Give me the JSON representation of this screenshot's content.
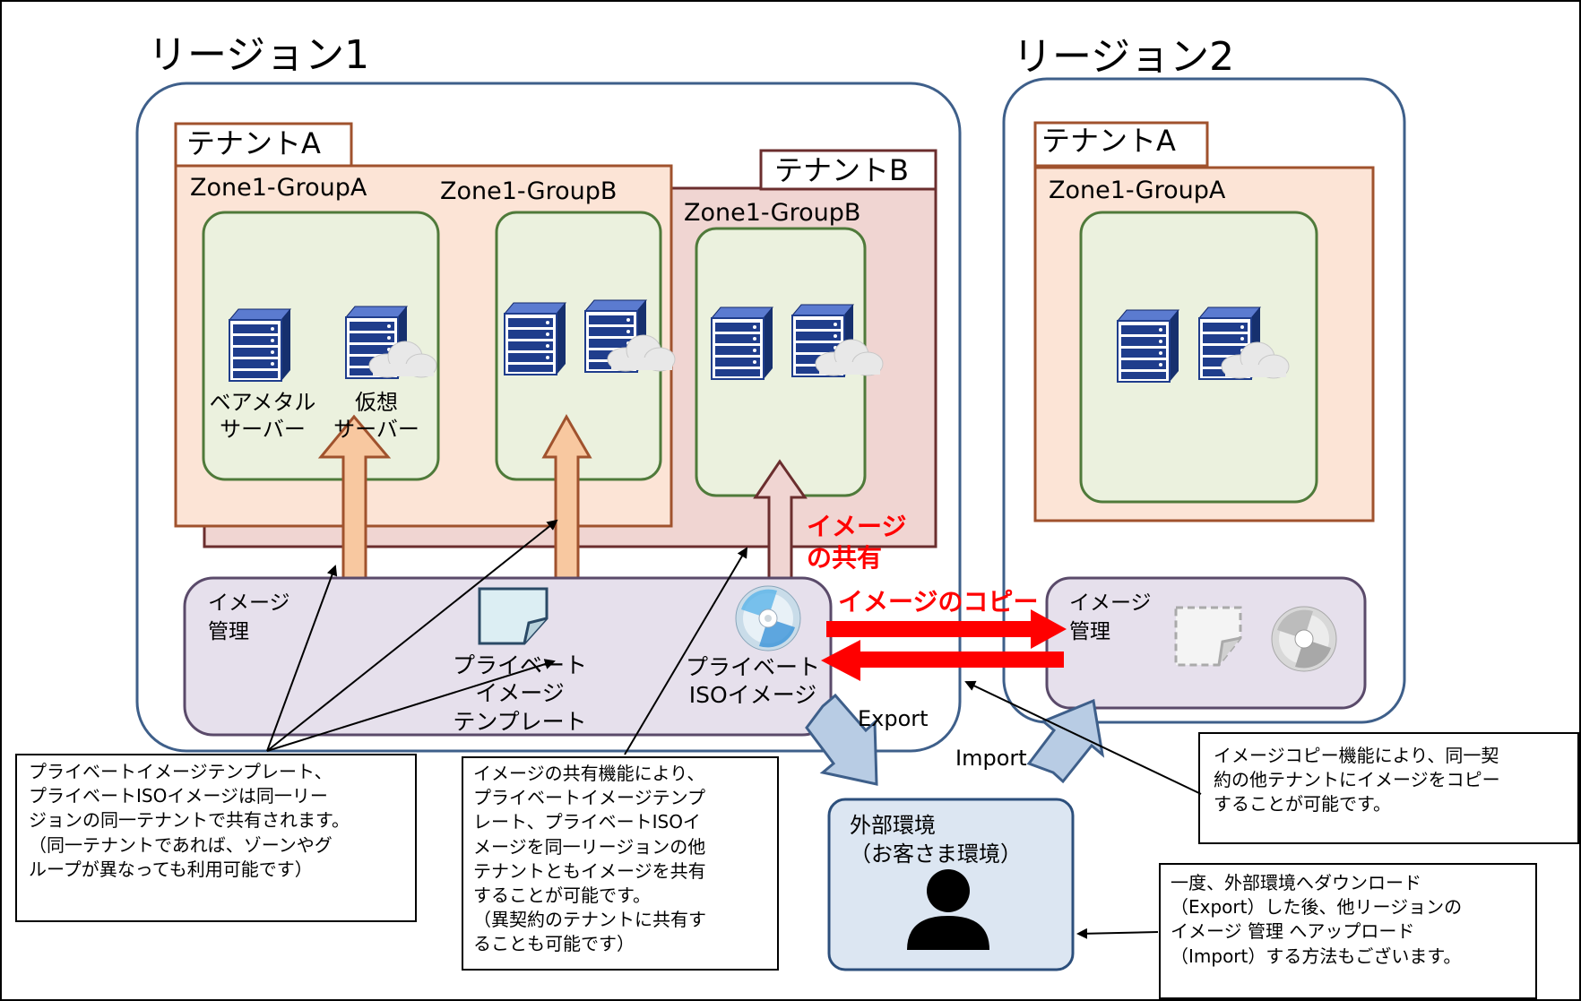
{
  "regions": [
    {
      "title": "リージョン1"
    },
    {
      "title": "リージョン2"
    }
  ],
  "tenants": {
    "r1_tenant_a": "テナントA",
    "r1_tenant_b": "テナントB",
    "r2_tenant_a": "テナントA"
  },
  "zones": {
    "r1_group_a": "Zone1-GroupA",
    "r1_group_b": "Zone1-GroupB",
    "r1_tenant_b_group_b": "Zone1-GroupB",
    "r2_group_a": "Zone1-GroupA"
  },
  "servers": {
    "baremetal_line1": "ベアメタル",
    "baremetal_line2": "サーバー",
    "virtual_line1": "仮想",
    "virtual_line2": "サーバー"
  },
  "image_management": {
    "r1_line1": "イメージ",
    "r1_line2": "管理",
    "r2_line1": "イメージ",
    "r2_line2": "管理",
    "template_line1": "プライベート",
    "template_line2": "イメージ",
    "template_line3": "テンプレート",
    "iso_line1": "プライベート",
    "iso_line2": "ISOイメージ"
  },
  "labels": {
    "share_line1": "イメージ",
    "share_line2": "の共有",
    "copy": "イメージのコピー",
    "export": "Export",
    "import": "Import"
  },
  "external": {
    "title_line1": "外部環境",
    "title_line2": "（お客さま環境）"
  },
  "notes": {
    "note1": [
      "プライベートイメージテンプレート、",
      "プライベートISOイメージは同一リー",
      "ジョンの同一テナントで共有されます。",
      "（同一テナントであれば、ゾーンやグ",
      "ループが異なっても利用可能です）"
    ],
    "note2": [
      "イメージの共有機能により、",
      "プライベートイメージテンプ",
      "レート、プライベートISOイ",
      "メージを同一リージョンの他",
      "テナントともイメージを共有",
      "することが可能です。",
      "（異契約のテナントに共有す",
      "ることも可能です）"
    ],
    "note3": [
      "イメージコピー機能により、同一契",
      "約の他テナントにイメージをコピー",
      "することが可能です。"
    ],
    "note4": [
      "一度、外部環境へダウンロード",
      "（Export）した後、他リージョンの",
      "イメージ 管理 へアップロード",
      "（Import）する方法もございます。"
    ]
  },
  "colors": {
    "region_border": "#3e5f8a",
    "tenant_a_border": "#a0522d",
    "tenant_a_fill": "#fce4d6",
    "tenant_b_border": "#6b2e2e",
    "tenant_b_fill": "#f0d5d2",
    "group_border": "#4f7a3a",
    "group_fill": "#ebf1de",
    "image_mgmt_border": "#5a4a6a",
    "image_mgmt_fill": "#e6e0ec",
    "server_blue": "#1f3d8c",
    "red_arrow": "#ff0000",
    "ext_fill": "#dce6f2"
  },
  "icons": [
    "server-icon",
    "cloud-icon",
    "document-icon",
    "disc-icon",
    "person-icon"
  ]
}
